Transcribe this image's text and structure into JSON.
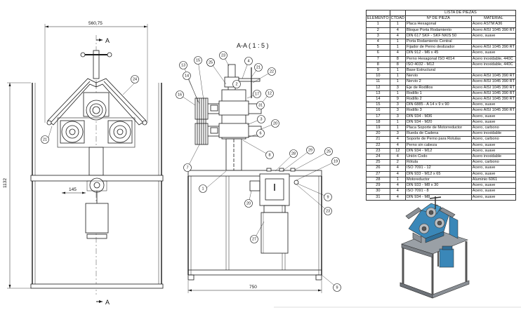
{
  "drawing": {
    "dim_width_front": "560,75",
    "dim_height_front": "1132",
    "dim_motor_offset": "145",
    "dim_width_side": "750",
    "section_label": "A-A ( 1 : 5 )",
    "section_marker": "A"
  },
  "balloons": [
    "1",
    "2",
    "3",
    "4",
    "5",
    "6",
    "7",
    "8",
    "9",
    "9",
    "12",
    "13",
    "14",
    "15",
    "16",
    "17",
    "19",
    "20",
    "20",
    "21",
    "21",
    "22",
    "23",
    "23",
    "24",
    "25",
    "25",
    "27",
    "28",
    "29",
    "31"
  ],
  "bom": {
    "title": "LISTA DE PIEZAS",
    "headers": [
      "ELEMENTO",
      "CTDAD",
      "Nº DE PIEZA",
      "MATERIAL"
    ],
    "rows": [
      [
        "1",
        "1",
        "Placa Hexagonal",
        "Acero ASTM A36"
      ],
      [
        "2",
        "4",
        "Bloque Porta Rodamiento",
        "Acero AISI 1045 390 RT"
      ],
      [
        "3",
        "4",
        "DIN 617 SKF - SKF NKIS 50",
        "Acero, suave"
      ],
      [
        "4",
        "1",
        "Porta Rodamiento Central",
        ""
      ],
      [
        "5",
        "1",
        "Fijador de Perno deslizador",
        "Acero AISI 1045 390 RT"
      ],
      [
        "6",
        "4",
        "DIN 912 - M6 x 45",
        "Acero, suave"
      ],
      [
        "7",
        "8",
        "Perno Hexagonal ISO 4014",
        "Acero inoxidable, 440C"
      ],
      [
        "8",
        "8",
        "ISO 4032 - M12",
        "Acero inoxidable, 440C"
      ],
      [
        "9",
        "1",
        "Base Estructural",
        ""
      ],
      [
        "10",
        "1",
        "Nervio",
        "Acero AISI 1045 390 RT"
      ],
      [
        "11",
        "1",
        "Nervio 2",
        "Acero AISI 1045 390 RT"
      ],
      [
        "12",
        "3",
        "Eje de Rodillos",
        "Acero AISI 1045 390 RT"
      ],
      [
        "13",
        "1",
        "Rodillo 1",
        "Acero AISI 1045 390 RT"
      ],
      [
        "14",
        "9",
        "Rodillo 2",
        "Acero AISI 1045 390 RT"
      ],
      [
        "15",
        "3",
        "DIN 6885 - A 14 x 9 x 90",
        "Acero, suave"
      ],
      [
        "16",
        "3",
        "Rodillo 3",
        "Acero AISI 1045 390 RT"
      ],
      [
        "17",
        "3",
        "DIN 934 - M36",
        "Acero, suave"
      ],
      [
        "18",
        "1",
        "DIN 934 - M20",
        "Acero, suave"
      ],
      [
        "19",
        "1",
        "Placa Soporte de Motorreductor",
        "Acero, carbono"
      ],
      [
        "20",
        "3",
        "Rueda de Cadena",
        "Acero inoxidable"
      ],
      [
        "21",
        "4",
        "Soporte de Perno para Rotulas",
        "Acero, carbono"
      ],
      [
        "22",
        "4",
        "Perno sin cabeza",
        "Acero, suave"
      ],
      [
        "23",
        "12",
        "DIN 934 - M12",
        "Acero, suave"
      ],
      [
        "24",
        "4",
        "Unión Codo",
        "Acero inoxidable"
      ],
      [
        "25",
        "2",
        "Rótula",
        "Acero, carbono"
      ],
      [
        "26",
        "4",
        "ISO 7091 - 12",
        "Acero, suave"
      ],
      [
        "27",
        "4",
        "DIN 933 - M12 x 65",
        "Acero, suave"
      ],
      [
        "28",
        "1",
        "Motoreductor",
        "Aluminio 6061"
      ],
      [
        "29",
        "4",
        "DIN 933 - M8 x 30",
        "Acero, suave"
      ],
      [
        "30",
        "4",
        "ISO 7091 - 8",
        "Acero, suave"
      ],
      [
        "31",
        "4",
        "DIN 934 - M8",
        "Acero, suave"
      ]
    ]
  },
  "colors": {
    "model_blue": "#3a87b8",
    "model_grey": "#8a8f95",
    "line": "#1a1a1a"
  }
}
